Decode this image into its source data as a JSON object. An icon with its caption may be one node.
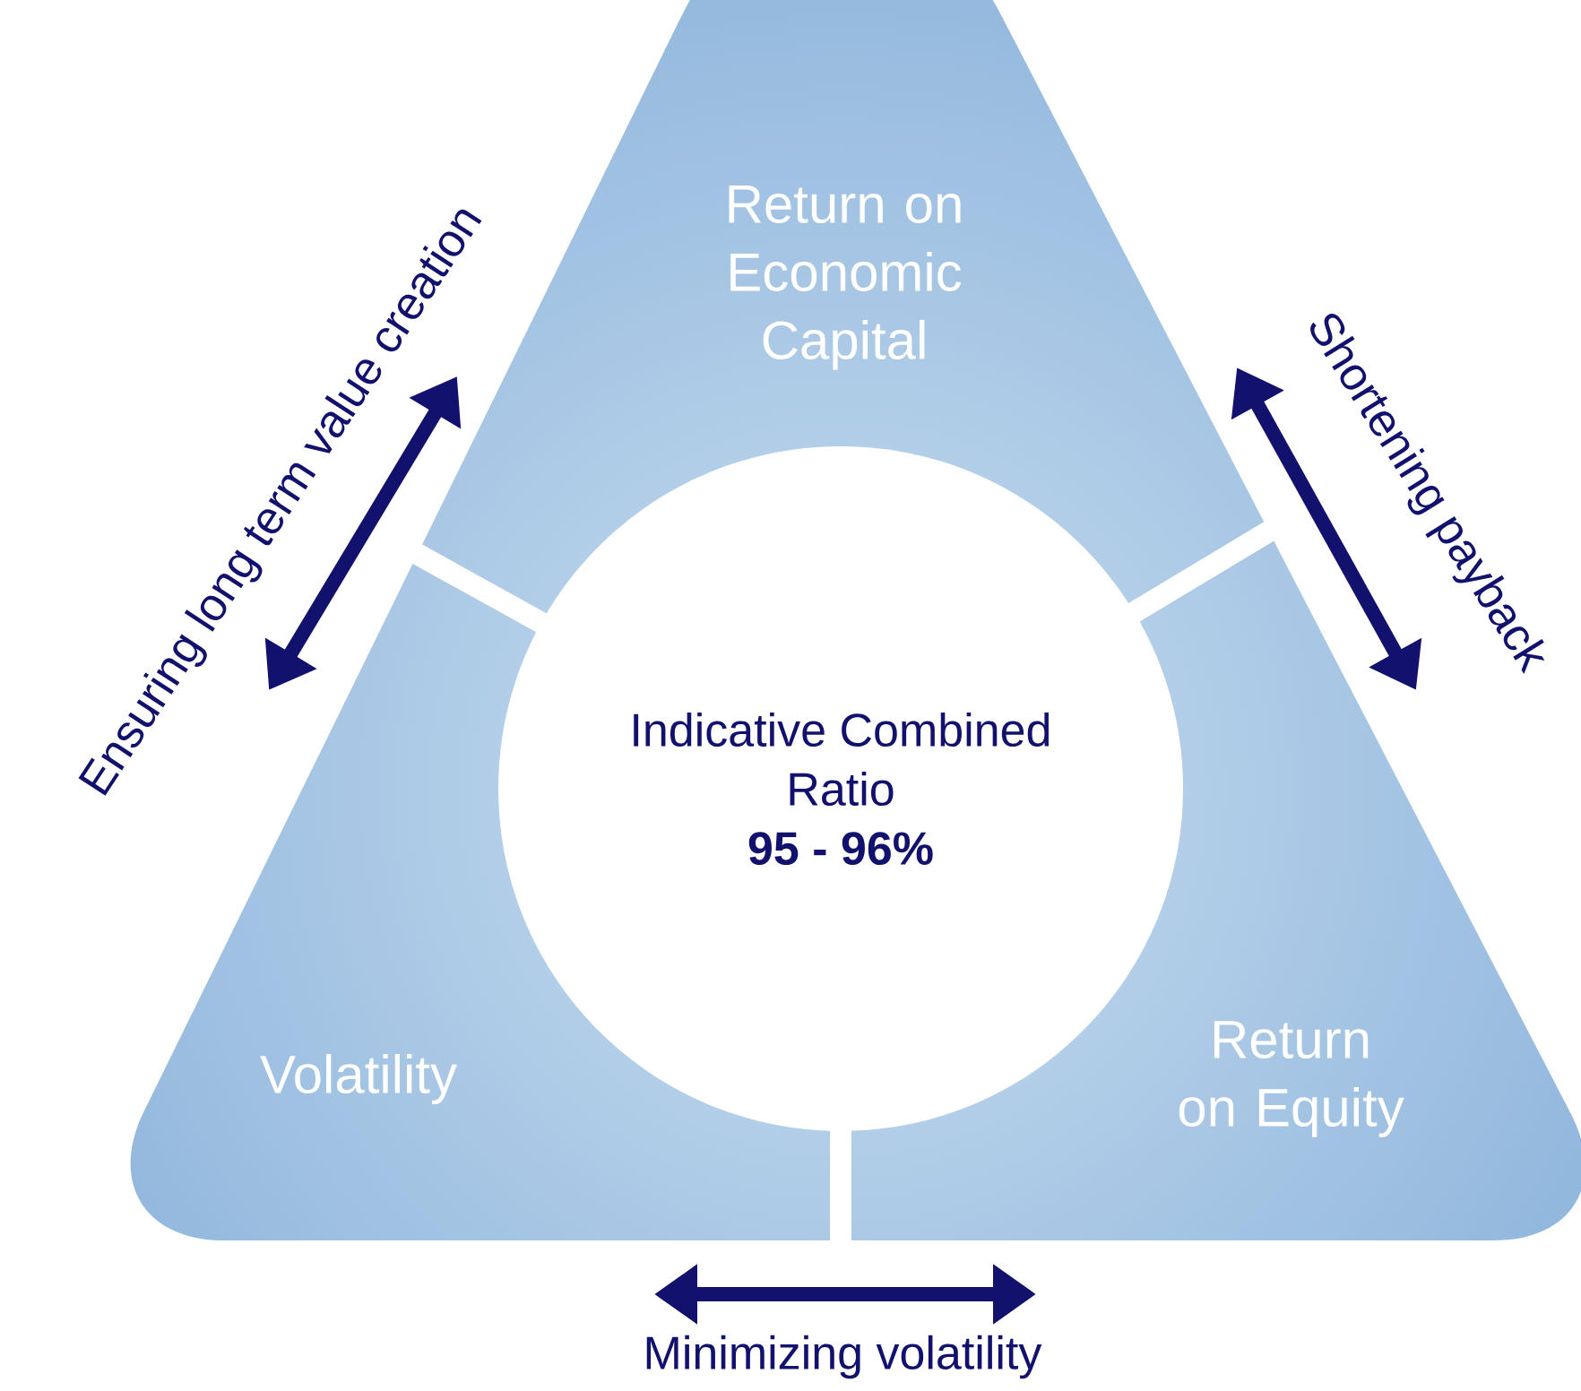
{
  "diagram": {
    "nodes": [
      {
        "text": [
          "Return on Economic Capital"
        ]
      },
      {
        "text": [
          "Indicative Combined Ratio",
          "95 - 96%"
        ]
      },
      {
        "text": [
          "Volatility"
        ]
      },
      {
        "text": [
          "Return on Equity"
        ]
      }
    ],
    "labels": [
      "Ensuring long term value creation",
      "Shortening payback",
      "Minimizing volatility"
    ]
  }
}
